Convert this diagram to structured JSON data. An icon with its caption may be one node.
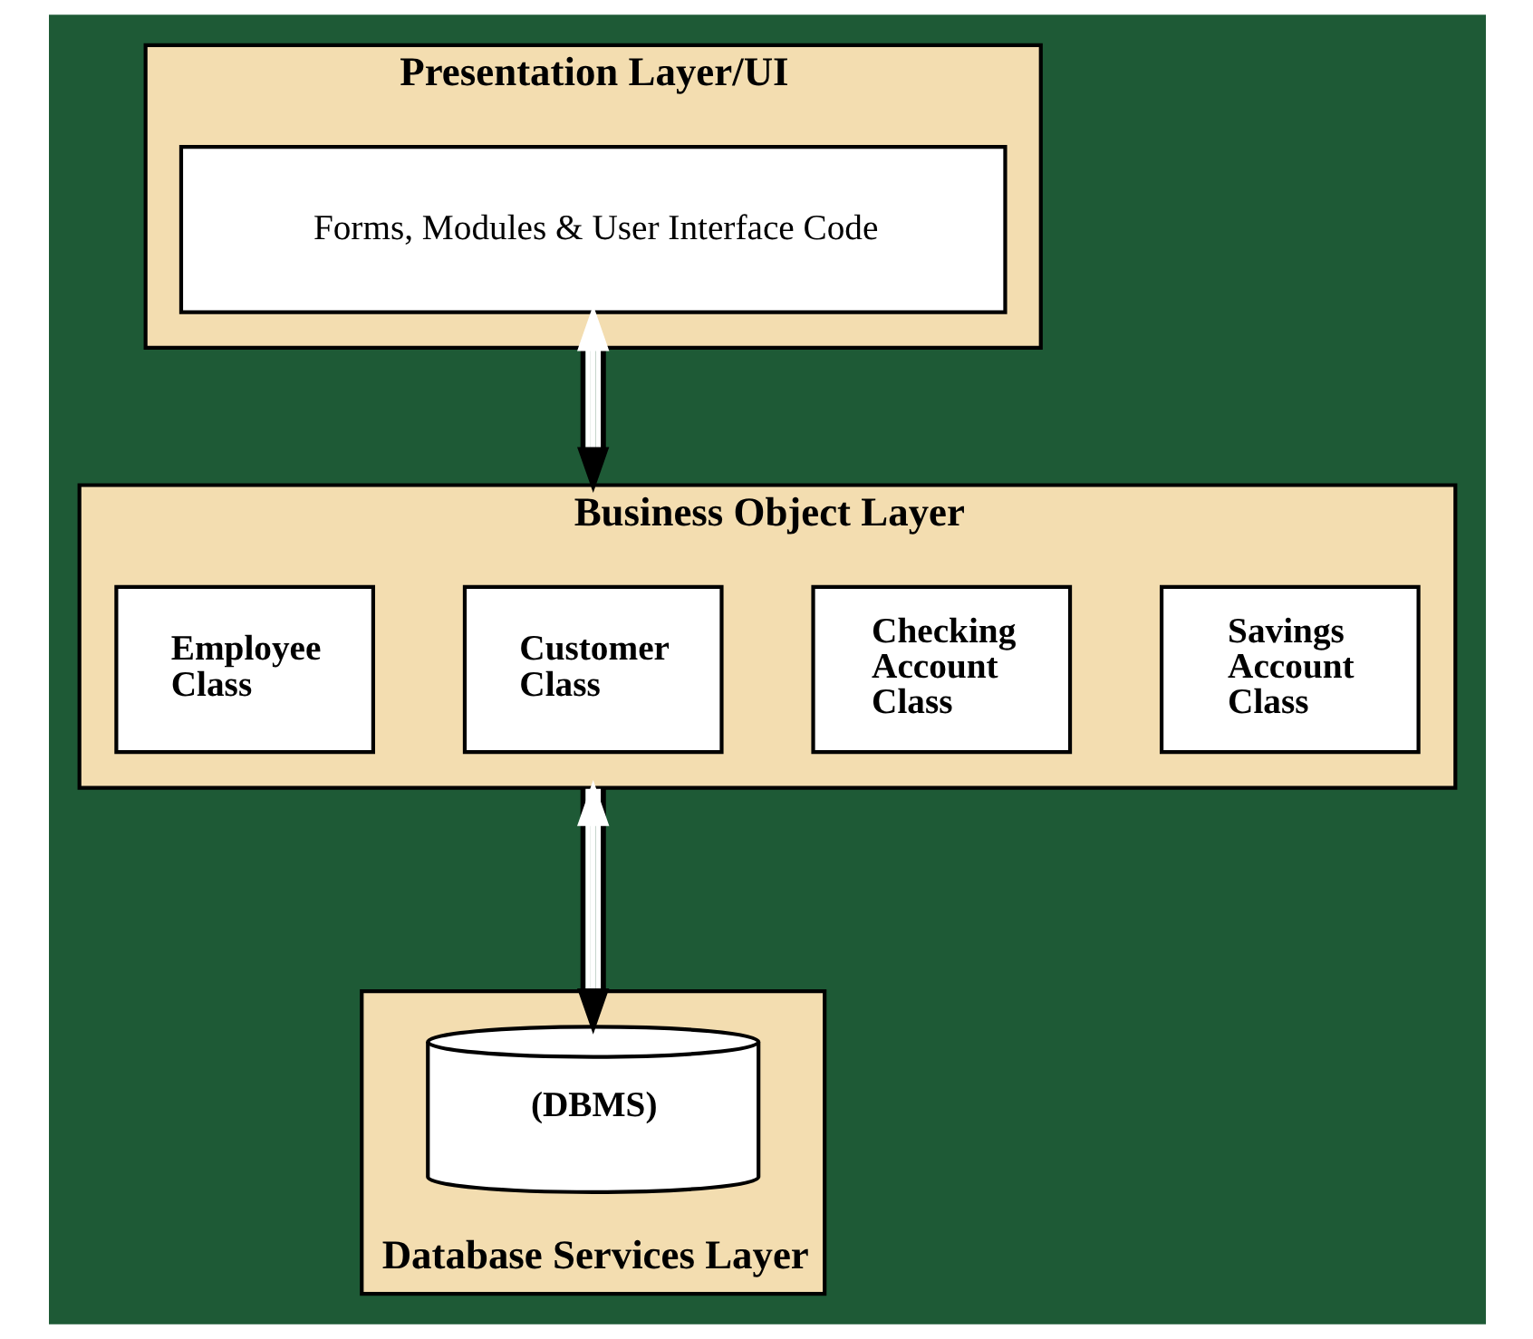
{
  "diagram": {
    "nodes": [
      {
        "text": [
          "Presentation Layer/UI"
        ]
      },
      {
        "text": [
          "Forms, Modules & User Interface Code"
        ],
        "in": 0
      },
      {
        "text": [
          "Business Object Layer"
        ]
      },
      {
        "text": [
          "Employee Class"
        ],
        "in": 2
      },
      {
        "text": [
          "Customer Class"
        ],
        "in": 2
      },
      {
        "text": [
          "Checking Account Class"
        ],
        "in": 2
      },
      {
        "text": [
          "Savings Account Class"
        ],
        "in": 2
      },
      {
        "text": [
          "Database Services Layer"
        ]
      },
      {
        "text": [
          "(DBMS)"
        ],
        "in": 7
      }
    ],
    "edges": [
      {
        "from": 1,
        "to": 2,
        "arrow": "both"
      },
      {
        "from": 2,
        "to": 8,
        "arrow": "both"
      }
    ]
  }
}
